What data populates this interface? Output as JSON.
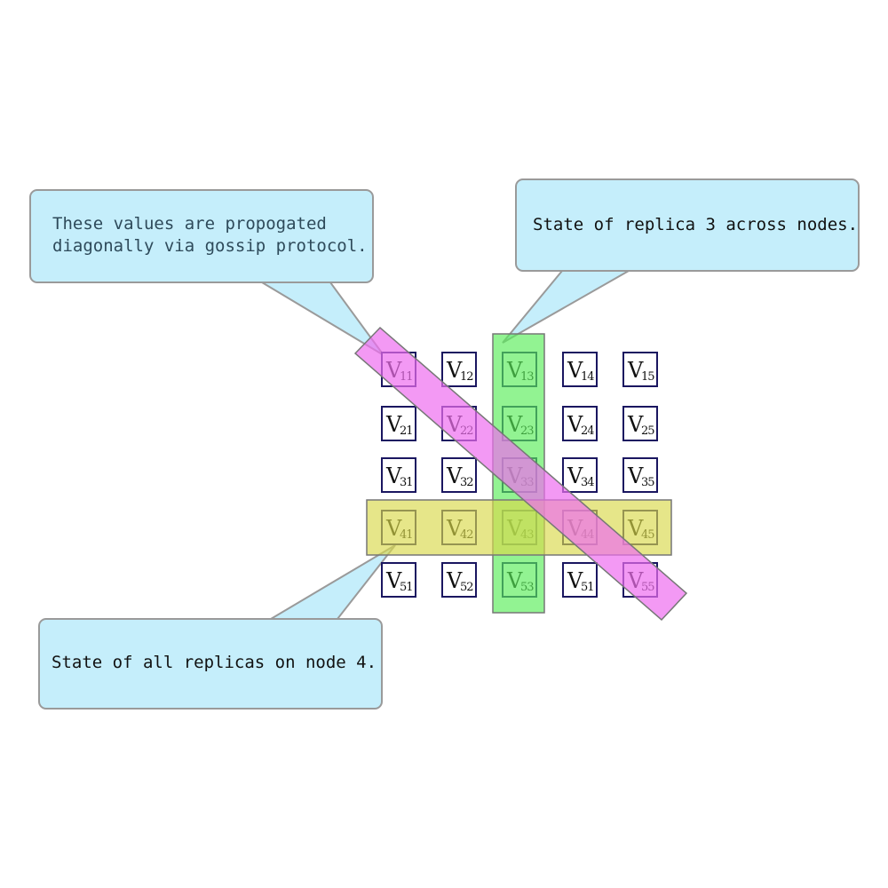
{
  "callouts": {
    "diagonal": {
      "lines": [
        "These values are propogated",
        "diagonally via gossip protocol."
      ]
    },
    "column": {
      "lines": [
        "State of replica 3 across nodes."
      ]
    },
    "row": {
      "lines": [
        "State of all replicas on node 4."
      ]
    }
  },
  "grid": {
    "rows": [
      [
        {
          "v": "V",
          "sub": "11"
        },
        {
          "v": "V",
          "sub": "12"
        },
        {
          "v": "V",
          "sub": "13"
        },
        {
          "v": "V",
          "sub": "14"
        },
        {
          "v": "V",
          "sub": "15"
        }
      ],
      [
        {
          "v": "V",
          "sub": "21"
        },
        {
          "v": "V",
          "sub": "22"
        },
        {
          "v": "V",
          "sub": "23"
        },
        {
          "v": "V",
          "sub": "24"
        },
        {
          "v": "V",
          "sub": "25"
        }
      ],
      [
        {
          "v": "V",
          "sub": "31"
        },
        {
          "v": "V",
          "sub": "32"
        },
        {
          "v": "V",
          "sub": "33"
        },
        {
          "v": "V",
          "sub": "34"
        },
        {
          "v": "V",
          "sub": "35"
        }
      ],
      [
        {
          "v": "V",
          "sub": "41"
        },
        {
          "v": "V",
          "sub": "42"
        },
        {
          "v": "V",
          "sub": "43"
        },
        {
          "v": "V",
          "sub": "44"
        },
        {
          "v": "V",
          "sub": "45"
        }
      ],
      [
        {
          "v": "V",
          "sub": "51"
        },
        {
          "v": "V",
          "sub": "52"
        },
        {
          "v": "V",
          "sub": "53"
        },
        {
          "v": "V",
          "sub": "51"
        },
        {
          "v": "V",
          "sub": "55"
        }
      ]
    ]
  },
  "colors": {
    "callout_fill": "#c5eefb",
    "callout_stroke": "#9a9a9a",
    "callout_text_diagonal": "#2e4a5a",
    "callout_text_default": "#111111",
    "cell_border": "#1a1660",
    "diagonal_band": "#ee6ef0",
    "column_band": "#58ec58",
    "row_band": "#d8d84a"
  }
}
